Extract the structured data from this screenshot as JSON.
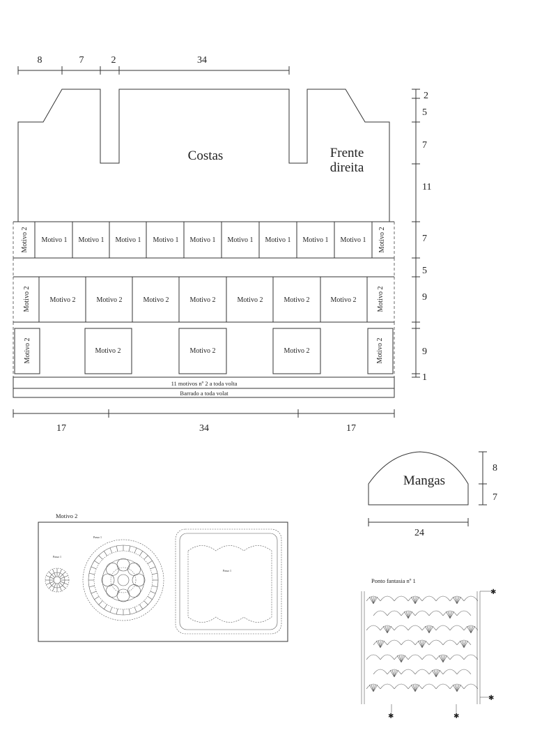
{
  "top_dimensions": [
    "8",
    "7",
    "2",
    "34"
  ],
  "right_dimensions": [
    "2",
    "5",
    "7",
    "11",
    "7",
    "5",
    "9",
    "9",
    "1"
  ],
  "bottom_dimensions": [
    "17",
    "34",
    "17"
  ],
  "labels": {
    "back": "Costas",
    "front_right_1": "Frente",
    "front_right_2": "direita",
    "motif1": "Motivo 1",
    "motif2": "Motivo 2",
    "band_motifs": "11 motivos nº 2 a toda volta",
    "band_border": "Barrado a toda volat"
  },
  "sleeve": {
    "title": "Mangas",
    "dims_right": [
      "8",
      "7"
    ],
    "dim_bottom": "24"
  },
  "motif2_chart": {
    "title": "Motivo 2",
    "round_labels": [
      "Passo 1",
      "Passo 1",
      "Passo 1"
    ]
  },
  "stitch_chart": {
    "title": "Ponto fantasia nº 1"
  }
}
